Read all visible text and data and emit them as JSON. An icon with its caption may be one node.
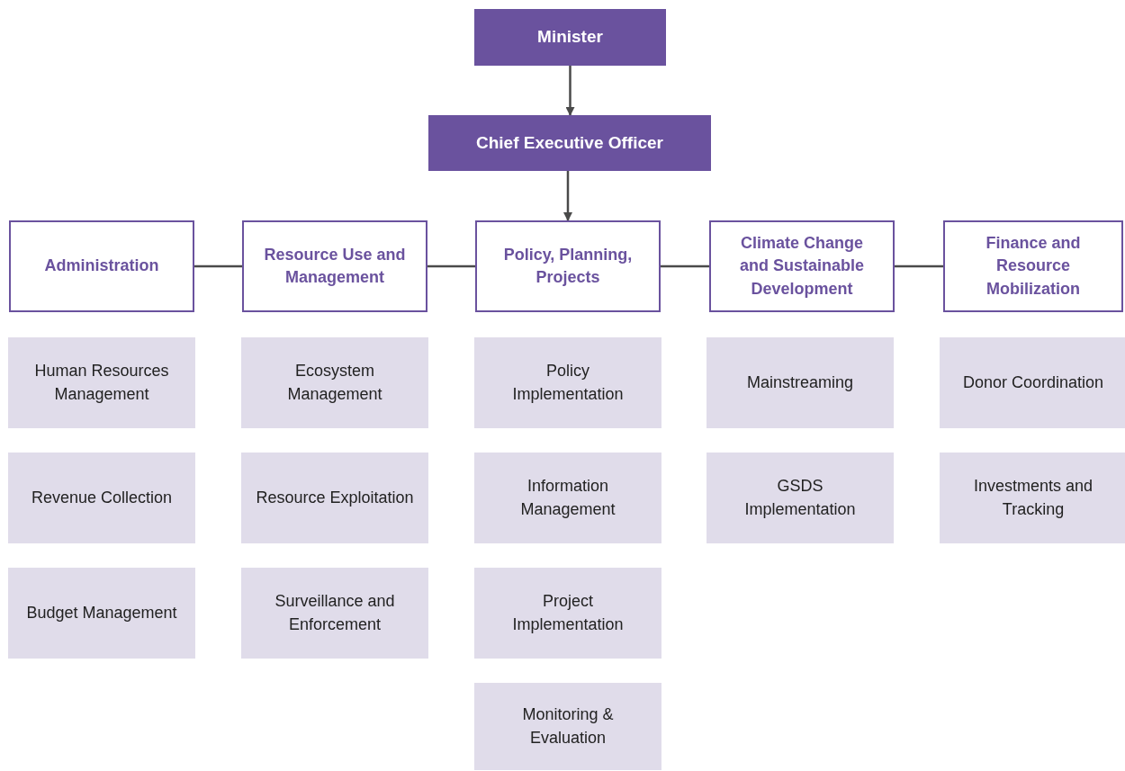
{
  "diagram": {
    "nodes": [
      {
        "text": [
          "Minister"
        ]
      },
      {
        "text": [
          "Chief Executive Officer"
        ]
      },
      {
        "text": [
          "Administration"
        ]
      },
      {
        "text": [
          "Resource Use and Management"
        ]
      },
      {
        "text": [
          "Policy, Planning, Projects"
        ]
      },
      {
        "text": [
          "Climate Change and Sustainable Development"
        ]
      },
      {
        "text": [
          "Finance and Resource Mobilization"
        ]
      },
      {
        "text": [
          "Human Resources Management"
        ]
      },
      {
        "text": [
          "Ecosystem Management"
        ]
      },
      {
        "text": [
          "Policy Implementation"
        ]
      },
      {
        "text": [
          "Mainstreaming"
        ]
      },
      {
        "text": [
          "Donor Coordination"
        ]
      },
      {
        "text": [
          "Revenue Collection"
        ]
      },
      {
        "text": [
          "Resource Exploitation"
        ]
      },
      {
        "text": [
          "Information Management"
        ]
      },
      {
        "text": [
          "GSDS Implementation"
        ]
      },
      {
        "text": [
          "Investments and Tracking"
        ]
      },
      {
        "text": [
          "Budget Management"
        ]
      },
      {
        "text": [
          "Surveillance and Enforcement"
        ]
      },
      {
        "text": [
          "Project Implementation"
        ]
      },
      {
        "text": [
          "Monitoring & Evaluation"
        ]
      }
    ],
    "edges": [
      {
        "from": 0,
        "to": 1,
        "arrow": "to"
      },
      {
        "from": 1,
        "to": 4,
        "arrow": "to"
      },
      {
        "from": 2,
        "to": 3,
        "arrow": "none"
      },
      {
        "from": 3,
        "to": 4,
        "arrow": "none"
      },
      {
        "from": 4,
        "to": 5,
        "arrow": "none"
      },
      {
        "from": 5,
        "to": 6,
        "arrow": "none"
      }
    ]
  }
}
